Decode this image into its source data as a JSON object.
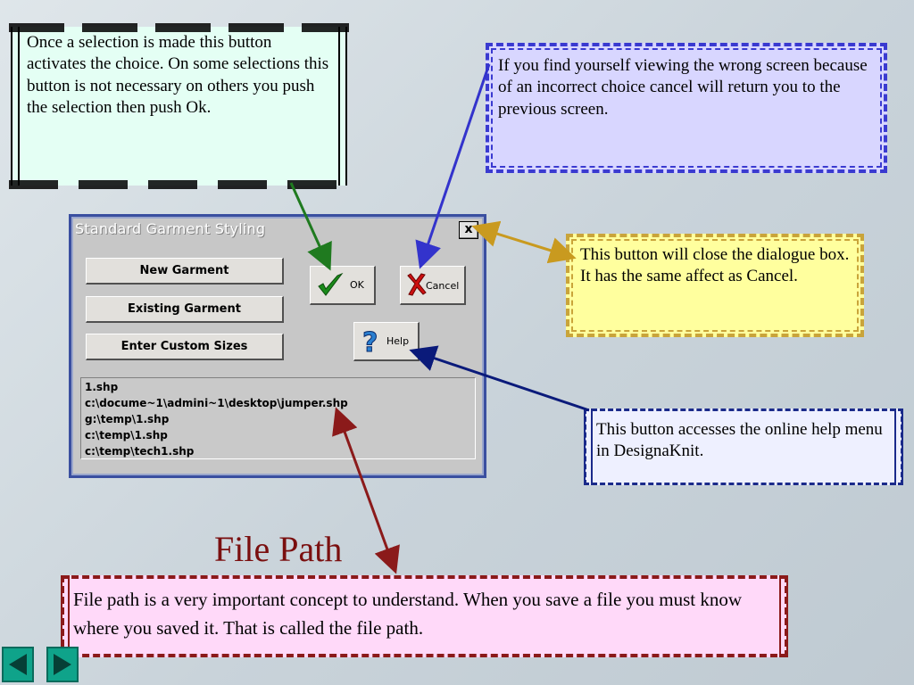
{
  "callouts": {
    "select": "Once a selection is made this button activates the choice. On some selections this button is not necessary on others you push the selection then push Ok.",
    "cancel": "If you find yourself viewing the wrong screen because of  an incorrect choice cancel will return you to the previous screen.",
    "close": "This button will close the dialogue  box. It has the same affect as Cancel.",
    "help": "This button accesses the online help menu in DesignaKnit.",
    "path": "File path is a very important concept to understand. When you save a file you must know where you saved it. That is called the file path."
  },
  "heading": "File Path",
  "dialog": {
    "title": "Standard Garment Styling",
    "close_label": "x",
    "buttons": {
      "new_garment": "New Garment",
      "existing_garment": "Existing Garment",
      "custom_sizes": "Enter Custom Sizes",
      "ok": "OK",
      "cancel": "Cancel",
      "help": "Help"
    },
    "paths": [
      "1.shp",
      "c:\\docume~1\\admini~1\\desktop\\jumper.shp",
      "g:\\temp\\1.shp",
      "c:\\temp\\1.shp",
      "c:\\temp\\tech1.shp"
    ]
  },
  "colors": {
    "arrow_ok": "#1f7a1f",
    "arrow_cancel": "#3333cc",
    "arrow_close": "#c99a1f",
    "arrow_help": "#0a1a7a",
    "arrow_path": "#8b1a1a"
  },
  "nav": {
    "prev_icon": "triangle-left-icon",
    "next_icon": "triangle-right-icon"
  }
}
